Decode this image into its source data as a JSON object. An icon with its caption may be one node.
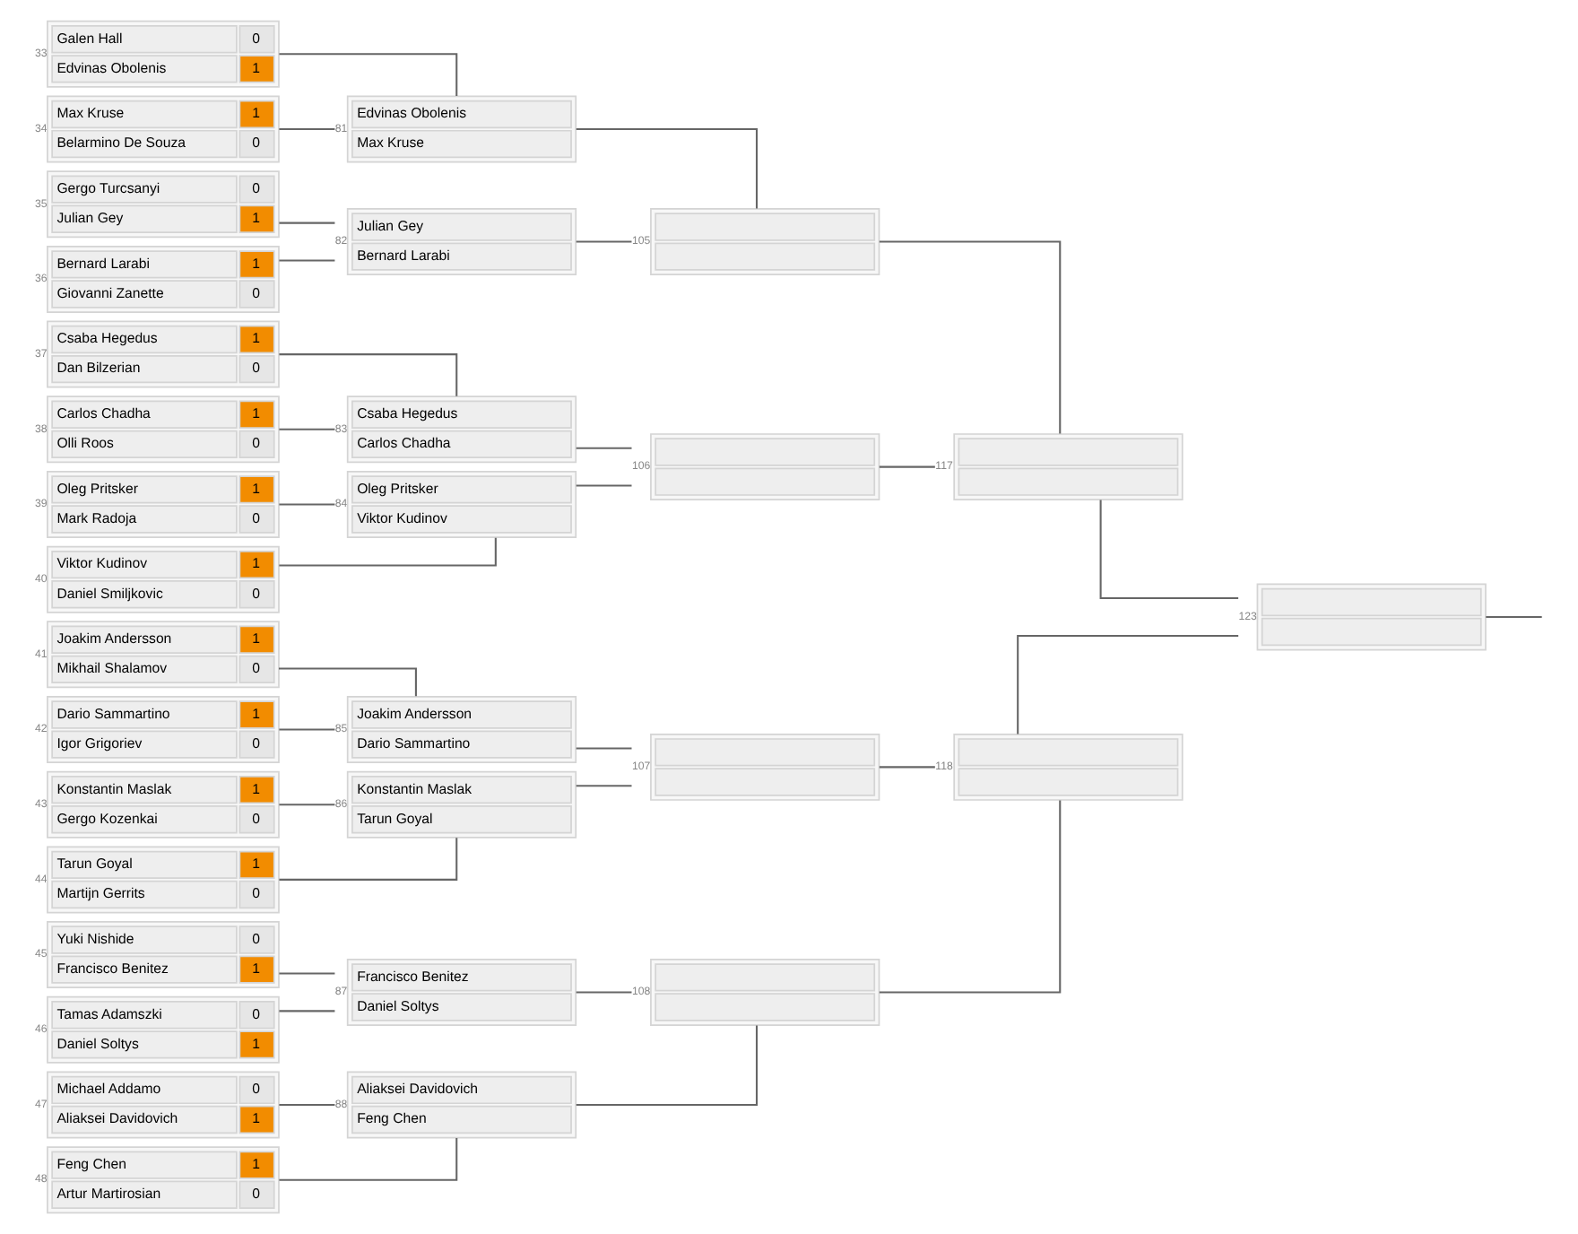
{
  "diagram": {
    "nodes": [
      {
        "text": [
          "Galen Hall",
          "0",
          "Edvinas Obolenis",
          "1"
        ],
        "beside": [
          "33"
        ]
      },
      {
        "text": [
          "Max Kruse",
          "1",
          "Belarmino De Souza",
          "0"
        ],
        "beside": [
          "34"
        ]
      },
      {
        "text": [
          "Gergo Turcsanyi",
          "0",
          "Julian Gey",
          "1"
        ],
        "beside": [
          "35"
        ]
      },
      {
        "text": [
          "Bernard Larabi",
          "1",
          "Giovanni Zanette",
          "0"
        ],
        "beside": [
          "36"
        ]
      },
      {
        "text": [
          "Csaba Hegedus",
          "1",
          "Dan Bilzerian",
          "0"
        ],
        "beside": [
          "37"
        ]
      },
      {
        "text": [
          "Carlos Chadha",
          "1",
          "Olli Roos",
          "0"
        ],
        "beside": [
          "38"
        ]
      },
      {
        "text": [
          "Oleg Pritsker",
          "1",
          "Mark Radoja",
          "0"
        ],
        "beside": [
          "39"
        ]
      },
      {
        "text": [
          "Viktor Kudinov",
          "1",
          "Daniel Smiljkovic",
          "0"
        ],
        "beside": [
          "40"
        ]
      },
      {
        "text": [
          "Joakim Andersson",
          "1",
          "Mikhail Shalamov",
          "0"
        ],
        "beside": [
          "41"
        ]
      },
      {
        "text": [
          "Dario Sammartino",
          "1",
          "Igor Grigoriev",
          "0"
        ],
        "beside": [
          "42"
        ]
      },
      {
        "text": [
          "Konstantin Maslak",
          "1",
          "Gergo Kozenkai",
          "0"
        ],
        "beside": [
          "43"
        ]
      },
      {
        "text": [
          "Tarun Goyal",
          "1",
          "Martijn Gerrits",
          "0"
        ],
        "beside": [
          "44"
        ]
      },
      {
        "text": [
          "Yuki Nishide",
          "0",
          "Francisco Benitez",
          "1"
        ],
        "beside": [
          "45"
        ]
      },
      {
        "text": [
          "Tamas Adamszki",
          "0",
          "Daniel Soltys",
          "1"
        ],
        "beside": [
          "46"
        ]
      },
      {
        "text": [
          "Michael Addamo",
          "0",
          "Aliaksei Davidovich",
          "1"
        ],
        "beside": [
          "47"
        ]
      },
      {
        "text": [
          "Feng Chen",
          "1",
          "Artur Martirosian",
          "0"
        ],
        "beside": [
          "48"
        ]
      },
      {
        "text": [
          "Edvinas Obolenis",
          "Max Kruse"
        ],
        "beside": [
          "81"
        ]
      },
      {
        "text": [
          "Julian Gey",
          "Bernard Larabi"
        ],
        "beside": [
          "82"
        ]
      },
      {
        "text": [
          "Csaba Hegedus",
          "Carlos Chadha"
        ],
        "beside": [
          "83"
        ]
      },
      {
        "text": [
          "Oleg Pritsker",
          "Viktor Kudinov"
        ],
        "beside": [
          "84"
        ]
      },
      {
        "text": [
          "Joakim Andersson",
          "Dario Sammartino"
        ],
        "beside": [
          "85"
        ]
      },
      {
        "text": [
          "Konstantin Maslak",
          "Tarun Goyal"
        ],
        "beside": [
          "86"
        ]
      },
      {
        "text": [
          "Francisco Benitez",
          "Daniel Soltys"
        ],
        "beside": [
          "87"
        ]
      },
      {
        "text": [
          "Aliaksei Davidovich",
          "Feng Chen"
        ],
        "beside": [
          "88"
        ]
      },
      {
        "text": [],
        "shape": "box",
        "beside": [
          "105"
        ]
      },
      {
        "text": [],
        "shape": "box",
        "beside": [
          "106"
        ]
      },
      {
        "text": [],
        "shape": "box",
        "beside": [
          "107"
        ]
      },
      {
        "text": [],
        "shape": "box",
        "beside": [
          "108"
        ]
      },
      {
        "text": [],
        "shape": "box",
        "beside": [
          "117"
        ]
      },
      {
        "text": [],
        "shape": "box",
        "beside": [
          "118"
        ]
      },
      {
        "text": [],
        "shape": "box",
        "beside": [
          "123"
        ]
      }
    ],
    "edges": [
      {
        "from": 0,
        "to": 16,
        "arrow": "none"
      },
      {
        "from": 1,
        "to": 16,
        "arrow": "none"
      },
      {
        "from": 2,
        "to": 17,
        "arrow": "none"
      },
      {
        "from": 3,
        "to": 17,
        "arrow": "none"
      },
      {
        "from": 4,
        "to": 18,
        "arrow": "none"
      },
      {
        "from": 5,
        "to": 18,
        "arrow": "none"
      },
      {
        "from": 6,
        "to": 19,
        "arrow": "none"
      },
      {
        "from": 7,
        "to": 19,
        "arrow": "none"
      },
      {
        "from": 8,
        "to": 20,
        "arrow": "none"
      },
      {
        "from": 9,
        "to": 20,
        "arrow": "none"
      },
      {
        "from": 10,
        "to": 21,
        "arrow": "none"
      },
      {
        "from": 11,
        "to": 21,
        "arrow": "none"
      },
      {
        "from": 12,
        "to": 22,
        "arrow": "none"
      },
      {
        "from": 13,
        "to": 22,
        "arrow": "none"
      },
      {
        "from": 14,
        "to": 23,
        "arrow": "none"
      },
      {
        "from": 15,
        "to": 23,
        "arrow": "none"
      },
      {
        "from": 16,
        "to": 24,
        "arrow": "none"
      },
      {
        "from": 17,
        "to": 24,
        "arrow": "none"
      },
      {
        "from": 18,
        "to": 25,
        "arrow": "none"
      },
      {
        "from": 19,
        "to": 25,
        "arrow": "none"
      },
      {
        "from": 20,
        "to": 26,
        "arrow": "none"
      },
      {
        "from": 21,
        "to": 26,
        "arrow": "none"
      },
      {
        "from": 22,
        "to": 27,
        "arrow": "none"
      },
      {
        "from": 23,
        "to": 27,
        "arrow": "none"
      },
      {
        "from": 24,
        "to": 28,
        "arrow": "none"
      },
      {
        "from": 25,
        "to": 28,
        "arrow": "none"
      },
      {
        "from": 26,
        "to": 29,
        "arrow": "none"
      },
      {
        "from": 27,
        "to": 29,
        "arrow": "none"
      },
      {
        "from": 28,
        "to": 30,
        "arrow": "none"
      },
      {
        "from": 29,
        "to": 30,
        "arrow": "none"
      },
      {
        "from": 30,
        "to": null,
        "arrow": "none"
      }
    ]
  }
}
